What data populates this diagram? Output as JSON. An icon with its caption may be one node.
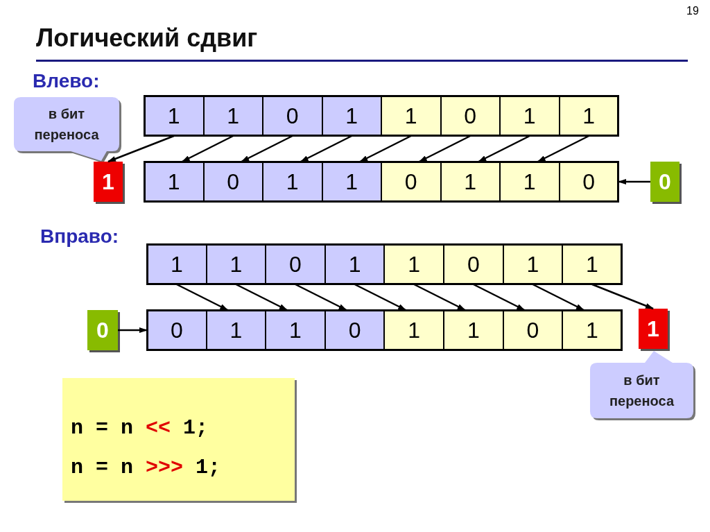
{
  "diagram": {
    "title": "Логический сдвиг",
    "nodes": [
      {
        "text": [
          "в бит переноса"
        ]
      },
      {
        "text": [
          "1"
        ]
      },
      {
        "text": [
          "1"
        ]
      },
      {
        "text": [
          "0"
        ]
      },
      {
        "text": [
          "1"
        ]
      },
      {
        "text": [
          "1"
        ]
      },
      {
        "text": [
          "0"
        ]
      },
      {
        "text": [
          "1"
        ]
      },
      {
        "text": [
          "1"
        ]
      },
      {
        "text": [
          "1"
        ]
      },
      {
        "text": [
          "1"
        ]
      },
      {
        "text": [
          "0"
        ]
      },
      {
        "text": [
          "1"
        ]
      },
      {
        "text": [
          "1"
        ]
      },
      {
        "text": [
          "0"
        ]
      },
      {
        "text": [
          "1"
        ]
      },
      {
        "text": [
          "1"
        ]
      },
      {
        "text": [
          "0"
        ]
      },
      {
        "text": [
          "0"
        ]
      },
      {
        "text": [
          "1"
        ]
      },
      {
        "text": [
          "1"
        ]
      },
      {
        "text": [
          "0"
        ]
      },
      {
        "text": [
          "1"
        ]
      },
      {
        "text": [
          "1"
        ]
      },
      {
        "text": [
          "0"
        ]
      },
      {
        "text": [
          "1"
        ]
      },
      {
        "text": [
          "1"
        ]
      },
      {
        "text": [
          "0"
        ]
      },
      {
        "text": [
          "0"
        ]
      },
      {
        "text": [
          "1"
        ]
      },
      {
        "text": [
          "1"
        ]
      },
      {
        "text": [
          "0"
        ]
      },
      {
        "text": [
          "1"
        ]
      },
      {
        "text": [
          "1"
        ]
      },
      {
        "text": [
          "0"
        ]
      },
      {
        "text": [
          "1"
        ]
      },
      {
        "text": [
          "1"
        ]
      },
      {
        "text": [
          "в бит переноса"
        ]
      },
      {
        "text": [
          "n = n << 1;",
          "n = n >>> 1;"
        ]
      }
    ],
    "edges": [
      {
        "from": 1,
        "to": 9,
        "arrow": "to"
      },
      {
        "from": 2,
        "to": 10,
        "arrow": "to"
      },
      {
        "from": 3,
        "to": 11,
        "arrow": "to"
      },
      {
        "from": 4,
        "to": 12,
        "arrow": "to"
      },
      {
        "from": 5,
        "to": 13,
        "arrow": "to"
      },
      {
        "from": 6,
        "to": 14,
        "arrow": "to"
      },
      {
        "from": 7,
        "to": 15,
        "arrow": "to"
      },
      {
        "from": 8,
        "to": 16,
        "arrow": "to"
      },
      {
        "from": 18,
        "to": 17,
        "arrow": "to"
      },
      {
        "from": 19,
        "to": 29,
        "arrow": "to"
      },
      {
        "from": 20,
        "to": 30,
        "arrow": "to"
      },
      {
        "from": 21,
        "to": 31,
        "arrow": "to"
      },
      {
        "from": 22,
        "to": 32,
        "arrow": "to"
      },
      {
        "from": 23,
        "to": 33,
        "arrow": "to"
      },
      {
        "from": 24,
        "to": 34,
        "arrow": "to"
      },
      {
        "from": 25,
        "to": 35,
        "arrow": "to"
      },
      {
        "from": 26,
        "to": 36,
        "arrow": "to"
      },
      {
        "from": 27,
        "to": 28,
        "arrow": "to"
      }
    ],
    "labels": [
      "19",
      "Влево:",
      "Вправо:"
    ]
  }
}
